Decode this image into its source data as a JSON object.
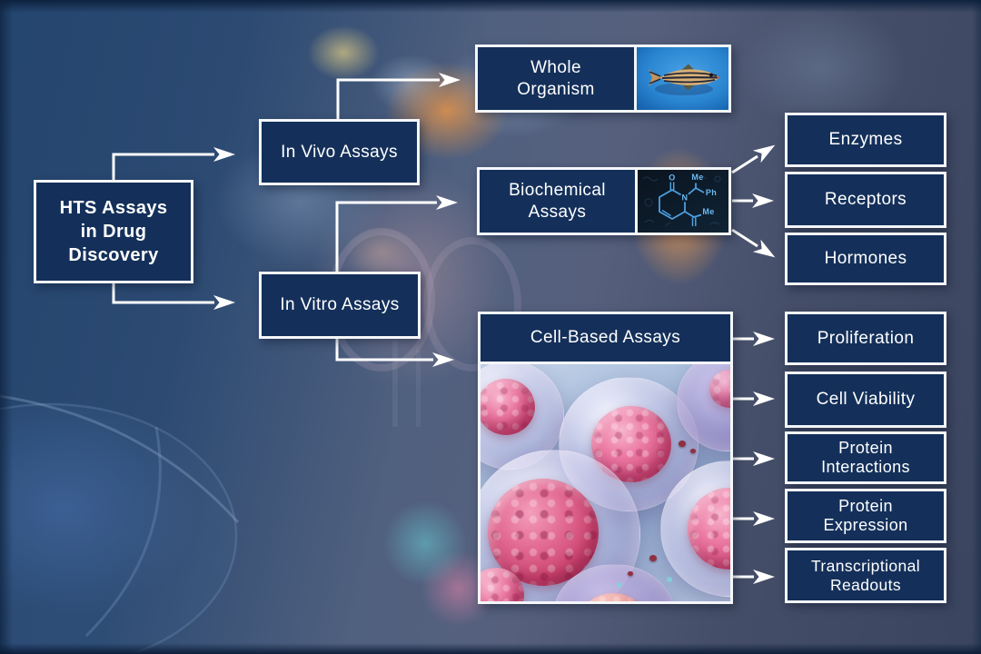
{
  "title_box": {
    "label": "HTS Assays\nin Drug\nDiscovery"
  },
  "branches": {
    "in_vivo": {
      "label": "In Vivo Assays"
    },
    "in_vitro": {
      "label": "In Vitro Assays"
    }
  },
  "assay_types": {
    "whole_organism": {
      "label": "Whole\nOrganism",
      "image": "zebrafish-photo"
    },
    "biochemical": {
      "label": "Biochemical\nAssays",
      "image": "chemical-structure-photo",
      "structure_labels": {
        "o": "O",
        "n": "N",
        "me1": "Me",
        "ph": "Ph",
        "me2": "Me"
      }
    },
    "cell_based": {
      "label": "Cell-Based Assays",
      "image": "cell-culture-photo"
    }
  },
  "biochemical_targets": [
    {
      "label": "Enzymes"
    },
    {
      "label": "Receptors"
    },
    {
      "label": "Hormones"
    }
  ],
  "cell_readouts": [
    {
      "label": "Proliferation"
    },
    {
      "label": "Cell Viability"
    },
    {
      "label": "Protein\nInteractions"
    },
    {
      "label": "Protein\nExpression"
    },
    {
      "label": "Transcriptional\nReadouts"
    }
  ],
  "colors": {
    "node_fill": "#14305a",
    "node_border": "#f4f6f9",
    "text": "#ffffff",
    "arrow": "#ffffff",
    "fish_background": "#2a85d0",
    "chem_background": "#0c1824",
    "chem_line": "#4d9fe0"
  }
}
